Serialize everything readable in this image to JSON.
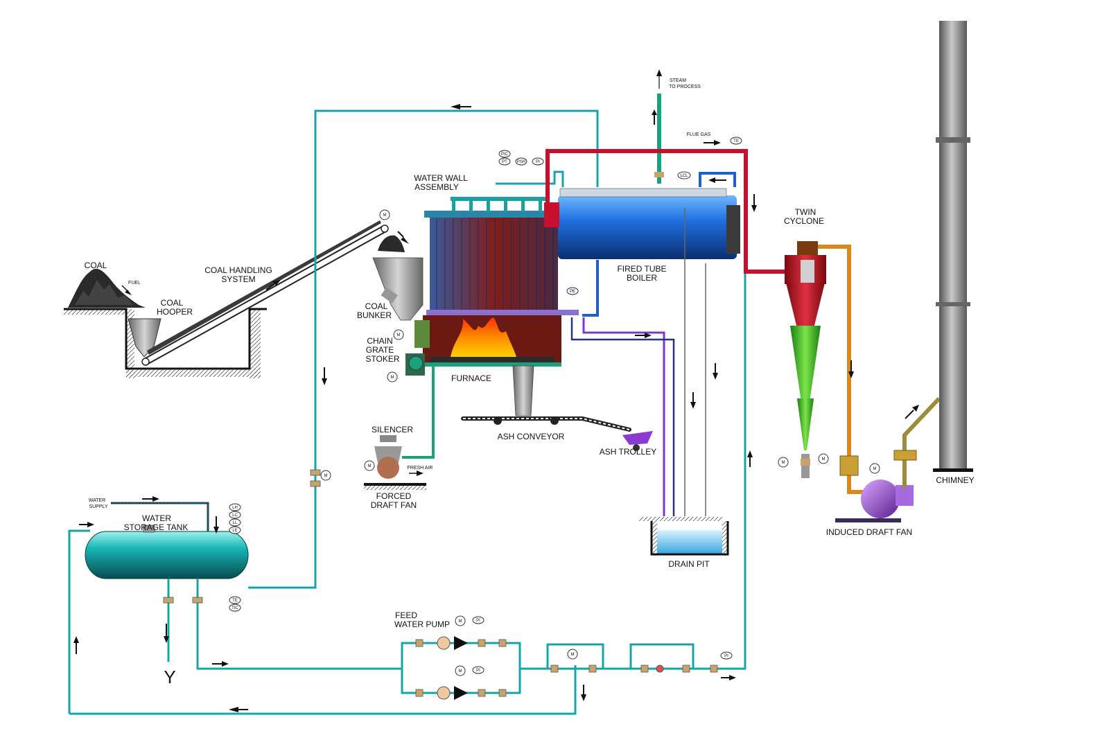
{
  "labels": {
    "steam_to_process_1": "STEAM",
    "steam_to_process_2": "TO PROCESS",
    "flue_gas": "FLUE GAS",
    "water_wall_1": "WATER WALL",
    "water_wall_2": "ASSEMBLY",
    "coal": "COAL",
    "fuel": "FUEL",
    "coal_hooper_1": "COAL",
    "coal_hooper_2": "HOOPER",
    "coal_handling_1": "COAL HANDLING",
    "coal_handling_2": "SYSTEM",
    "coal_bunker_1": "COAL",
    "coal_bunker_2": "BUNKER",
    "chain_grate_1": "CHAIN",
    "chain_grate_2": "GRATE",
    "chain_grate_3": "STOKER",
    "furnace": "FURNACE",
    "fired_tube_1": "FIRED TUBE",
    "fired_tube_2": "BOILER",
    "twin_cyclone_1": "TWIN",
    "twin_cyclone_2": "CYCLONE",
    "silencer": "SILENCER",
    "fresh_air": "FRESH AIR",
    "forced_draft_1": "FORCED",
    "forced_draft_2": "DRAFT  FAN",
    "ash_conveyor": "ASH CONVEYOR",
    "ash_trolley": "ASH  TROLLEY",
    "drain_pit": "DRAIN PIT",
    "induced_draft": "INDUCED DRAFT FAN",
    "chimney": "CHIMNEY",
    "water_supply_1": "WATER",
    "water_supply_2": "SUPPLY",
    "water_storage_1": "WATER",
    "water_storage_2": "STORAGE TANK",
    "feed_water_1": "FEED",
    "feed_water_2": "WATER PUMP",
    "outlet_y": "Y"
  },
  "instruments": {
    "pic": "PIC",
    "pt": "PT",
    "psh": "PSH",
    "pi": "PI",
    "pe": "PE",
    "lcl": "LCL",
    "te": "TE",
    "lh": "LH",
    "lc": "LC",
    "ll": "LL",
    "le": "LE",
    "tic": "TIC",
    "motor": "M"
  },
  "colors": {
    "teal_pipe": "#14a5a8",
    "flue_pipe": "#c8102e",
    "cyclone_outlet": "#d98a1e",
    "boiler_blue": "#1f6fe0",
    "furnace_red": "#8a1a12",
    "cyclone_green": "#3cc21e",
    "chimney_gray": "#8c8c8c",
    "fan_purple": "#8a3ad1"
  }
}
